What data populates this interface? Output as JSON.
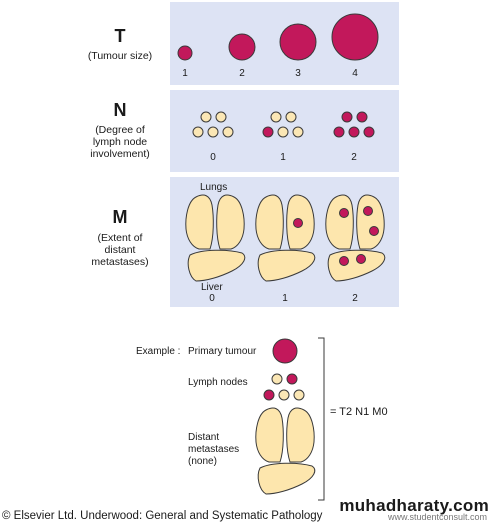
{
  "t_section": {
    "letter": "T",
    "description": "(Tumour size)",
    "stages": [
      "1",
      "2",
      "3",
      "4"
    ]
  },
  "n_section": {
    "letter": "N",
    "description_lines": [
      "(Degree of",
      "lymph node",
      "involvement)"
    ],
    "stages": [
      "0",
      "1",
      "2"
    ]
  },
  "m_section": {
    "letter": "M",
    "description_lines": [
      "(Extent of",
      "distant",
      "metastases)"
    ],
    "lungs_label": "Lungs",
    "liver_label": "Liver",
    "stages": [
      "0",
      "1",
      "2"
    ]
  },
  "example": {
    "prefix": "Example :",
    "primary_tumour": "Primary tumour",
    "lymph_nodes": "Lymph nodes",
    "distant_lines": [
      "Distant",
      "metastases",
      "(none)"
    ],
    "result": "= T2  N1  M0"
  },
  "footer": {
    "copyright": "© Elsevier Ltd. Underwood: General and Systematic Pathology",
    "watermark": "muhadharaty.com",
    "watermark_sub": "www.studentconsult.com"
  },
  "colors": {
    "panel": "#dde3f4",
    "tumour": "#c2185b",
    "node": "#fbe7b5",
    "organ": "#fde6ad",
    "outline": "#3a3a3a"
  }
}
